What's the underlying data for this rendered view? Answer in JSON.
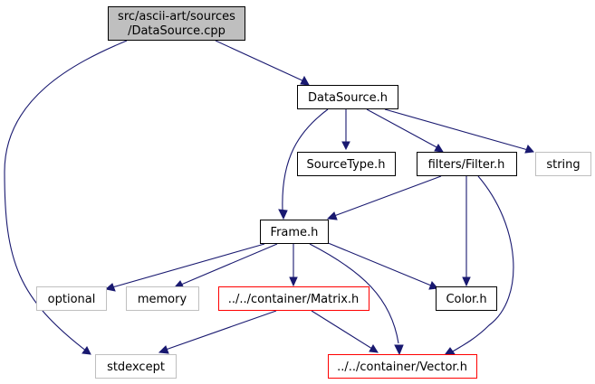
{
  "colors": {
    "edge": "#191970",
    "node_border_default": "#000000",
    "node_border_external": "#bfbfbf",
    "node_border_incomplete": "#ff0000",
    "node_fill_root": "#bfbfbf",
    "node_fill": "#ffffff"
  },
  "nodes": {
    "datasource_cpp": {
      "line1": "src/ascii-art/sources",
      "line2": "/DataSource.cpp"
    },
    "datasource_h": {
      "label": "DataSource.h"
    },
    "sourcetype_h": {
      "label": "SourceType.h"
    },
    "filter_h": {
      "label": "filters/Filter.h"
    },
    "string": {
      "label": "string"
    },
    "frame_h": {
      "label": "Frame.h"
    },
    "optional": {
      "label": "optional"
    },
    "memory": {
      "label": "memory"
    },
    "matrix_h": {
      "label": "../../container/Matrix.h"
    },
    "color_h": {
      "label": "Color.h"
    },
    "stdexcept": {
      "label": "stdexcept"
    },
    "vector_h": {
      "label": "../../container/Vector.h"
    }
  }
}
